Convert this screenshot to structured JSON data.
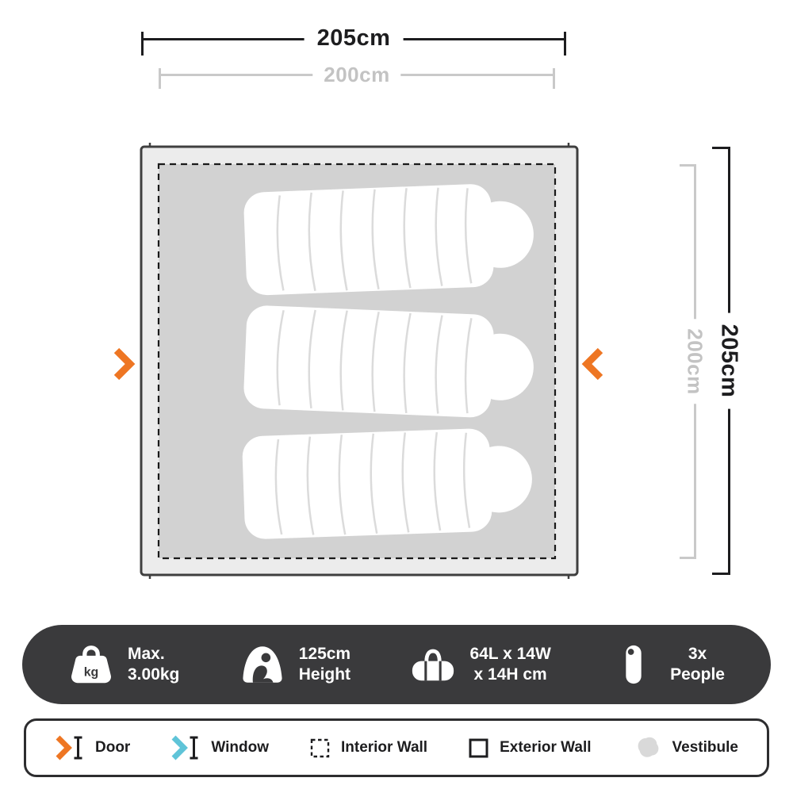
{
  "dimensions": {
    "top_outer": "205cm",
    "top_inner": "200cm",
    "right_inner": "200cm",
    "right_outer": "205cm"
  },
  "floorplan": {
    "sleeping_bag_count": 3,
    "door_count": 2
  },
  "spec_bar": {
    "weight_unit": "kg",
    "specs": [
      {
        "icon": "weight-icon",
        "line1": "Max.",
        "line2": "3.00kg"
      },
      {
        "icon": "height-icon",
        "line1": "125cm",
        "line2": "Height"
      },
      {
        "icon": "duffel-bag-icon",
        "line1": "64L x 14W",
        "line2": "x 14H cm"
      },
      {
        "icon": "sleeping-bag-icon",
        "line1": "3x",
        "line2": "People"
      }
    ]
  },
  "legend": {
    "items": [
      {
        "icon": "door-icon",
        "label": "Door"
      },
      {
        "icon": "window-icon",
        "label": "Window"
      },
      {
        "icon": "interior-wall-icon",
        "label": "Interior Wall"
      },
      {
        "icon": "exterior-wall-icon",
        "label": "Exterior Wall"
      },
      {
        "icon": "vestibule-icon",
        "label": "Vestibule"
      }
    ]
  },
  "colors": {
    "accent_orange": "#EE7623",
    "accent_teal": "#5FC4D8",
    "spec_bar_background": "#3A3A3C",
    "tent_outer_fill": "#ECECEC",
    "tent_inner_fill": "#D2D2D2",
    "dimension_inner_gray": "#C3C3C3",
    "dimension_outer_black": "#1D1D1F",
    "vestibule_fill": "#D9D9D9"
  }
}
